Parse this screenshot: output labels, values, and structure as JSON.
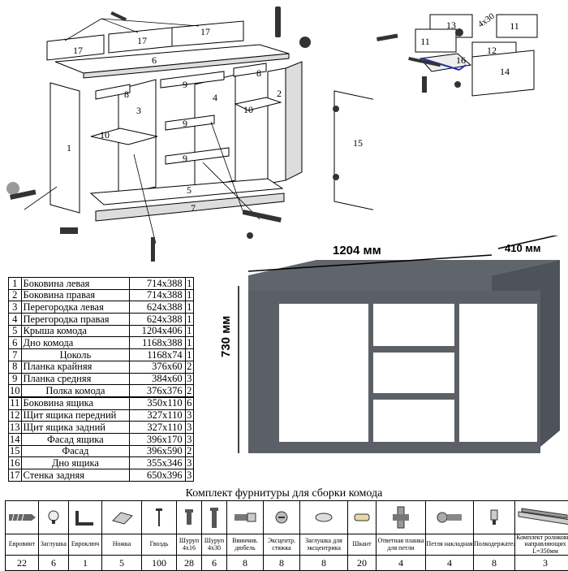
{
  "dimensions": {
    "width": "1204 мм",
    "depth": "410 мм",
    "height": "730 мм"
  },
  "drawer_angle": "4x30",
  "diagram_labels": {
    "main": [
      "1",
      "2",
      "3",
      "4",
      "5",
      "6",
      "7",
      "8",
      "8",
      "9",
      "9",
      "9",
      "10",
      "10",
      "15",
      "17",
      "17",
      "17"
    ],
    "drawer": [
      "11",
      "11",
      "12",
      "13",
      "14",
      "16"
    ]
  },
  "parts": [
    {
      "n": "1",
      "name": "Боковина левая",
      "size": "714x388",
      "qty": "1"
    },
    {
      "n": "2",
      "name": "Боковина правая",
      "size": "714x388",
      "qty": "1"
    },
    {
      "n": "3",
      "name": "Перегородка левая",
      "size": "624x388",
      "qty": "1"
    },
    {
      "n": "4",
      "name": "Перегородка правая",
      "size": "624x388",
      "qty": "1"
    },
    {
      "n": "5",
      "name": "Крыша комода",
      "size": "1204x406",
      "qty": "1"
    },
    {
      "n": "6",
      "name": "Дно комода",
      "size": "1168x388",
      "qty": "1"
    },
    {
      "n": "7",
      "name": "Цоколь",
      "size": "1168x74",
      "qty": "1"
    },
    {
      "n": "8",
      "name": "Планка крайняя",
      "size": "376x60",
      "qty": "2"
    },
    {
      "n": "9",
      "name": "Планка средняя",
      "size": "384x60",
      "qty": "3"
    },
    {
      "n": "10",
      "name": "Полка комода",
      "size": "376x376",
      "qty": "2"
    },
    {
      "n": "11",
      "name": "Боковина ящика",
      "size": "350x110",
      "qty": "6"
    },
    {
      "n": "12",
      "name": "Щит ящика передний",
      "size": "327x110",
      "qty": "3"
    },
    {
      "n": "13",
      "name": "Щит ящика задний",
      "size": "327x110",
      "qty": "3"
    },
    {
      "n": "14",
      "name": "Фасад ящика",
      "size": "396x170",
      "qty": "3"
    },
    {
      "n": "15",
      "name": "Фасад",
      "size": "396x590",
      "qty": "2"
    },
    {
      "n": "16",
      "name": "Дно ящика",
      "size": "355x346",
      "qty": "3"
    },
    {
      "n": "17",
      "name": "Стенка задняя",
      "size": "650x396",
      "qty": "3"
    }
  ],
  "fittings_title": "Комплект фурнитуры для сборки комода",
  "fittings": [
    {
      "icon": "euroscrew-icon",
      "label": "Евровинт",
      "count": "22"
    },
    {
      "icon": "cap-icon",
      "label": "Заглушка",
      "count": "6"
    },
    {
      "icon": "hex-key-icon",
      "label": "Евроключ",
      "count": "1"
    },
    {
      "icon": "leg-icon",
      "label": "Ножка",
      "count": "5"
    },
    {
      "icon": "nail-icon",
      "label": "Гвоздь",
      "count": "100"
    },
    {
      "icon": "screw-4x16-icon",
      "label": "Шуруп 4х16",
      "count": "28"
    },
    {
      "icon": "screw-4x30-icon",
      "label": "Шуруп 4х30",
      "count": "6"
    },
    {
      "icon": "screw-dowel-icon",
      "label": "Ввинчив. дюбель",
      "count": "8"
    },
    {
      "icon": "cam-lock-icon",
      "label": "Эксцентр. стяжка",
      "count": "8"
    },
    {
      "icon": "cam-cap-icon",
      "label": "Заглушка для эксцентрика",
      "count": "8"
    },
    {
      "icon": "dowel-icon",
      "label": "Шкант",
      "count": "20"
    },
    {
      "icon": "hinge-plate-icon",
      "label": "Ответная планка для петли",
      "count": "4"
    },
    {
      "icon": "hinge-icon",
      "label": "Петля накладная",
      "count": "4"
    },
    {
      "icon": "shelf-pin-icon",
      "label": "Полкодержатель",
      "count": "8"
    },
    {
      "icon": "drawer-slide-icon",
      "label": "Комплект роликовых направляющих L=350мм",
      "count": "3"
    }
  ]
}
